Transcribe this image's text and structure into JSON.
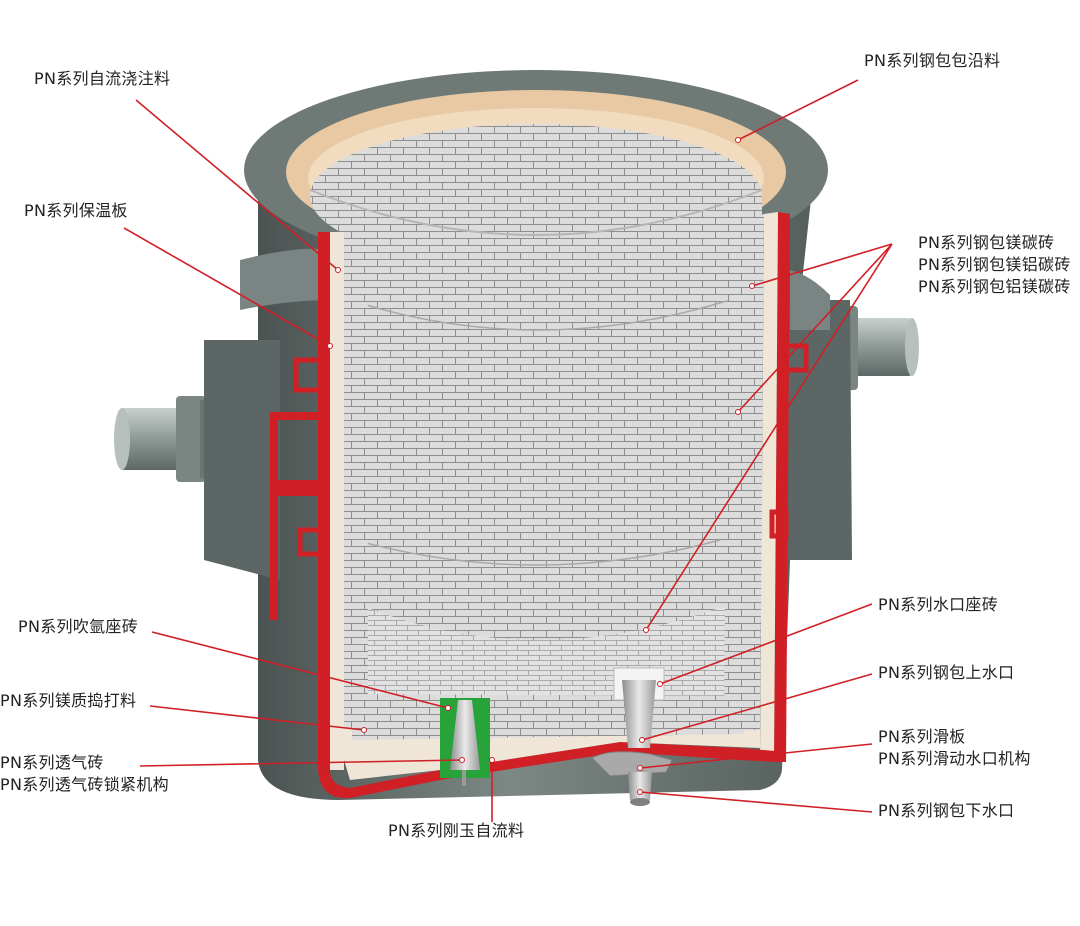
{
  "labels": {
    "self_flow_castable": "PN系列自流浇注料",
    "insulation_board": "PN系列保温板",
    "ladle_rim_material": "PN系列钢包包沿料",
    "magnesia_carbon_brick": "PN系列钢包镁碳砖",
    "magnesia_alumina_carbon_brick": "PN系列钢包镁铝碳砖",
    "alumina_magnesia_carbon_brick": "PN系列钢包铝镁碳砖",
    "argon_blowing_seat_brick": "PN系列吹氩座砖",
    "magnesia_ramming_mass": "PN系列镁质捣打料",
    "gas_permeable_brick": "PN系列透气砖",
    "permeable_brick_locking": "PN系列透气砖锁紧机构",
    "corundum_self_flow": "PN系列刚玉自流料",
    "nozzle_seat_brick": "PN系列水口座砖",
    "upper_nozzle": "PN系列钢包上水口",
    "slide_plate": "PN系列滑板",
    "sliding_gate_mechanism": "PN系列滑动水口机构",
    "lower_nozzle": "PN系列钢包下水口"
  },
  "colors": {
    "steel_shell": "#6f7a77",
    "steel_shell_dark": "#4a5351",
    "steel_light": "#a9b3b0",
    "brick": "#dcdcdc",
    "brick_line": "#8e8e8e",
    "insulation": "#efe6d7",
    "rim_castable": "#e8c9a3",
    "red_shell_section": "#d11f26",
    "argon_seat_green": "#27a33a",
    "leader_line": "#d11f26"
  }
}
